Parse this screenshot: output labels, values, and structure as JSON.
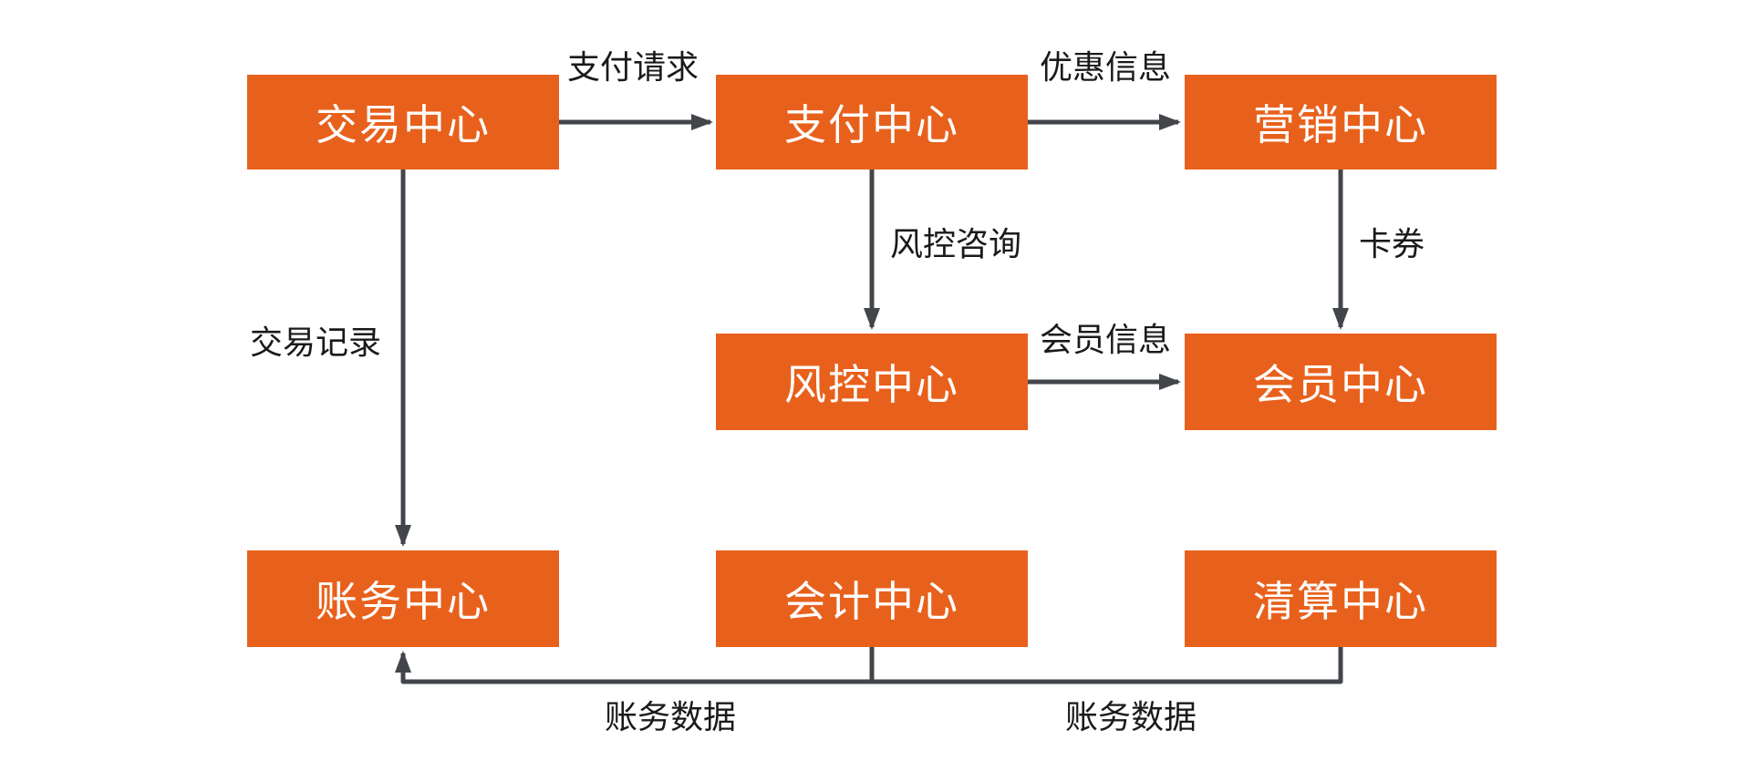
{
  "diagram": {
    "nodes": {
      "trade": {
        "label": "交易中心"
      },
      "payment": {
        "label": "支付中心"
      },
      "marketing": {
        "label": "营销中心"
      },
      "risk": {
        "label": "风控中心"
      },
      "member": {
        "label": "会员中心"
      },
      "account": {
        "label": "账务中心"
      },
      "accounting": {
        "label": "会计中心"
      },
      "clearing": {
        "label": "清算中心"
      }
    },
    "edges": {
      "payment_request": {
        "label": "支付请求",
        "from": "交易中心",
        "to": "支付中心"
      },
      "promo_info": {
        "label": "优惠信息",
        "from": "支付中心",
        "to": "营销中心"
      },
      "risk_consult": {
        "label": "风控咨询",
        "from": "支付中心",
        "to": "风控中心"
      },
      "card_coupon": {
        "label": "卡券",
        "from": "营销中心",
        "to": "会员中心"
      },
      "member_info": {
        "label": "会员信息",
        "from": "风控中心",
        "to": "会员中心"
      },
      "trade_record": {
        "label": "交易记录",
        "from": "交易中心",
        "to": "账务中心"
      },
      "account_data_left": {
        "label": "账务数据",
        "from": "会计中心",
        "to": "账务中心"
      },
      "account_data_right": {
        "label": "账务数据",
        "from": "清算中心",
        "to": "账务中心"
      }
    }
  },
  "colors": {
    "accent": "#E8611C",
    "line": "#424549",
    "node_text": "#FFFFFF",
    "label_text": "#1A1A1A",
    "background": "#FFFFFF"
  }
}
